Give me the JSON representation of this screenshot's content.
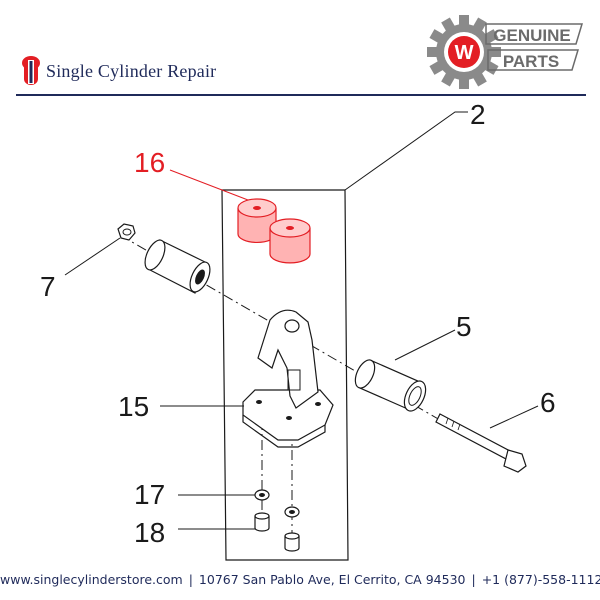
{
  "header": {
    "brand_name": "Single Cylinder Repair",
    "badge_line1": "GENUINE",
    "badge_line2": "PARTS",
    "badge_letter": "W"
  },
  "diagram": {
    "callouts": {
      "c2": "2",
      "c16": "16",
      "c7": "7",
      "c5": "5",
      "c15": "15",
      "c6": "6",
      "c17": "17",
      "c18": "18"
    },
    "highlight_color": "#e31e24",
    "line_color": "#1a1a1a"
  },
  "footer": {
    "website": "www.singlecylinderstore.com",
    "address": "10767 San Pablo Ave, El Cerrito, CA 94530",
    "phone": "+1 (877)-558-1112",
    "separator": "|"
  }
}
